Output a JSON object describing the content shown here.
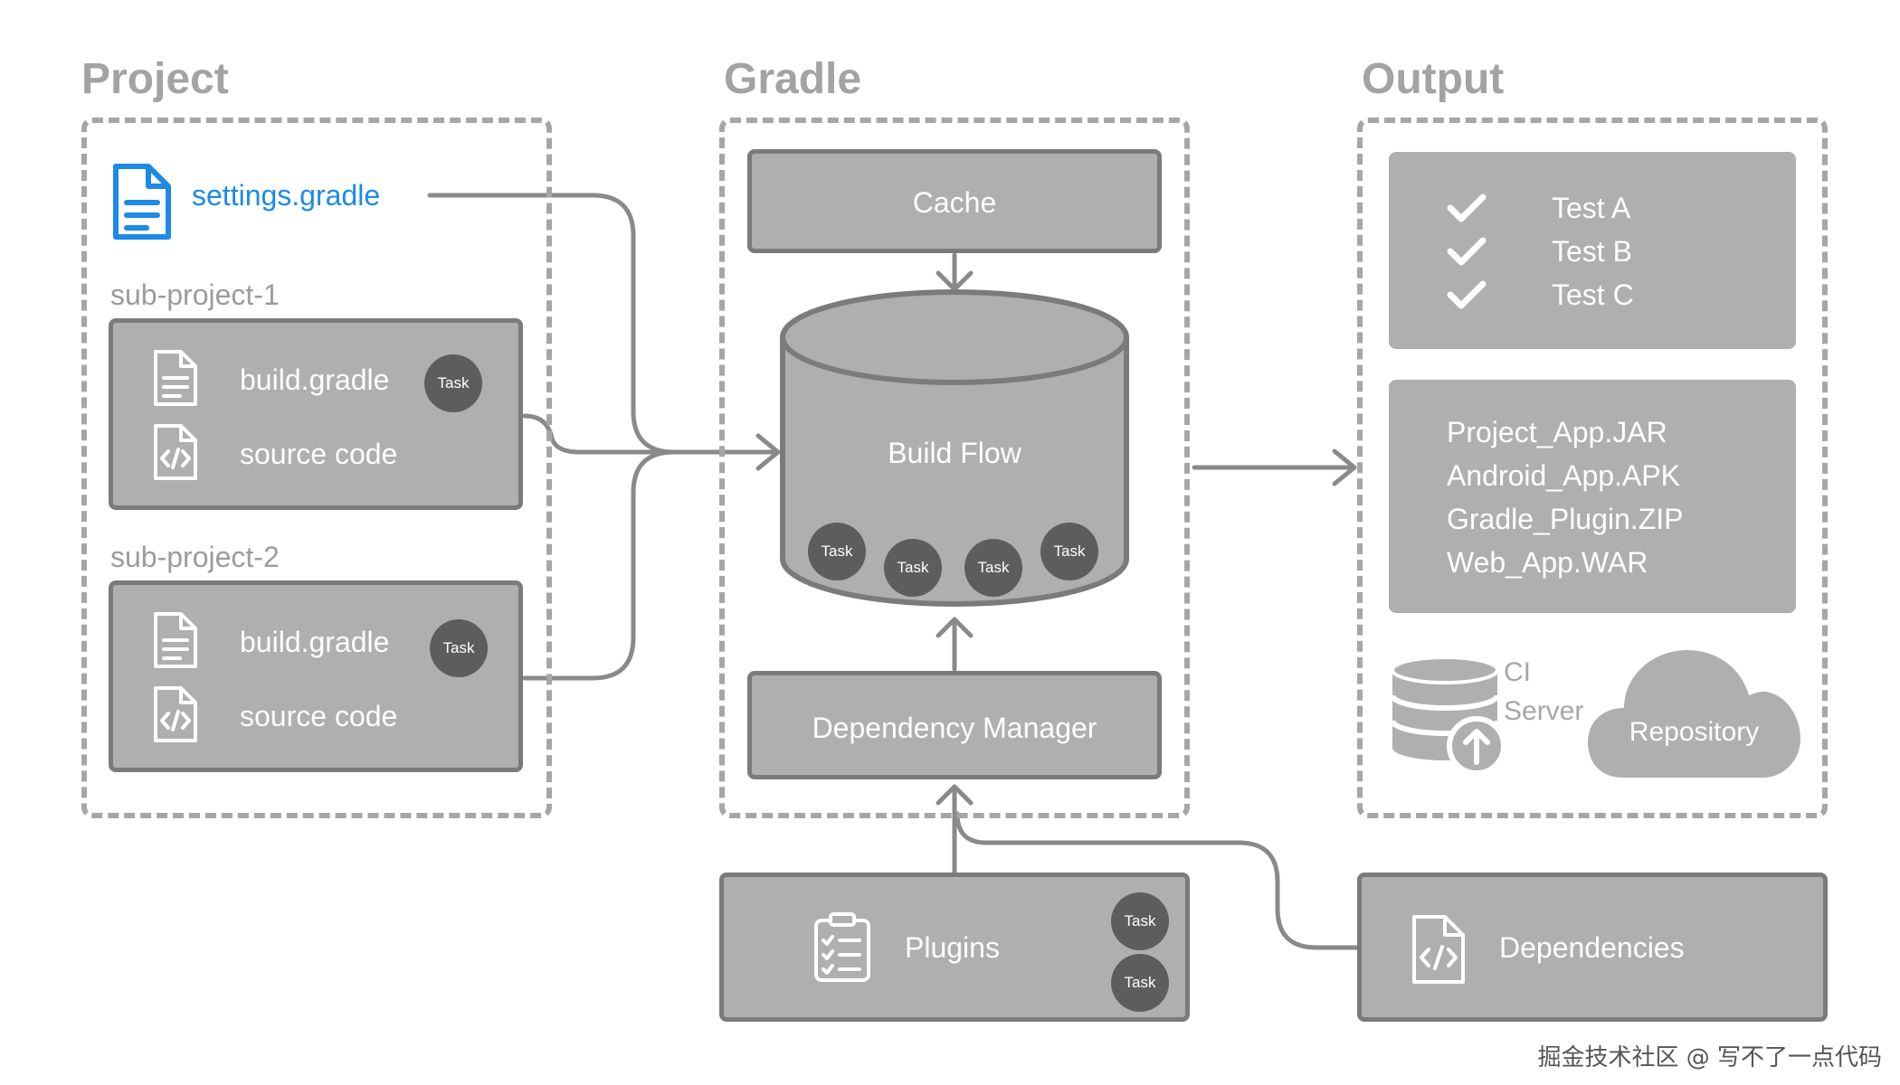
{
  "sections": {
    "project": "Project",
    "gradle": "Gradle",
    "output": "Output"
  },
  "project": {
    "settings_file": "settings.gradle",
    "sub_project_1": {
      "title": "sub-project-1",
      "build_file": "build.gradle",
      "source": "source code",
      "task": "Task"
    },
    "sub_project_2": {
      "title": "sub-project-2",
      "build_file": "build.gradle",
      "source": "source code",
      "task": "Task"
    }
  },
  "gradle": {
    "cache": "Cache",
    "build_flow": "Build Flow",
    "build_flow_tasks": [
      "Task",
      "Task",
      "Task",
      "Task"
    ],
    "dependency_manager": "Dependency Manager",
    "plugins": "Plugins",
    "plugin_tasks": [
      "Task",
      "Task"
    ]
  },
  "output": {
    "tests": [
      "Test A",
      "Test B",
      "Test C"
    ],
    "artifacts": [
      "Project_App.JAR",
      "Android_App.APK",
      "Gradle_Plugin.ZIP",
      "Web_App.WAR"
    ],
    "ci_server": [
      "CI",
      "Server"
    ],
    "repository": "Repository"
  },
  "dependencies": "Dependencies",
  "watermark": "掘金技术社区 @ 写不了一点代码",
  "colors": {
    "box_fill": "#afafaf",
    "box_border": "#7b7b7b",
    "dashed_border": "#a6a6a6",
    "arrow": "#8a8a8a",
    "task_fill": "#5d5d5d",
    "settings_blue": "#1d8ae6"
  }
}
